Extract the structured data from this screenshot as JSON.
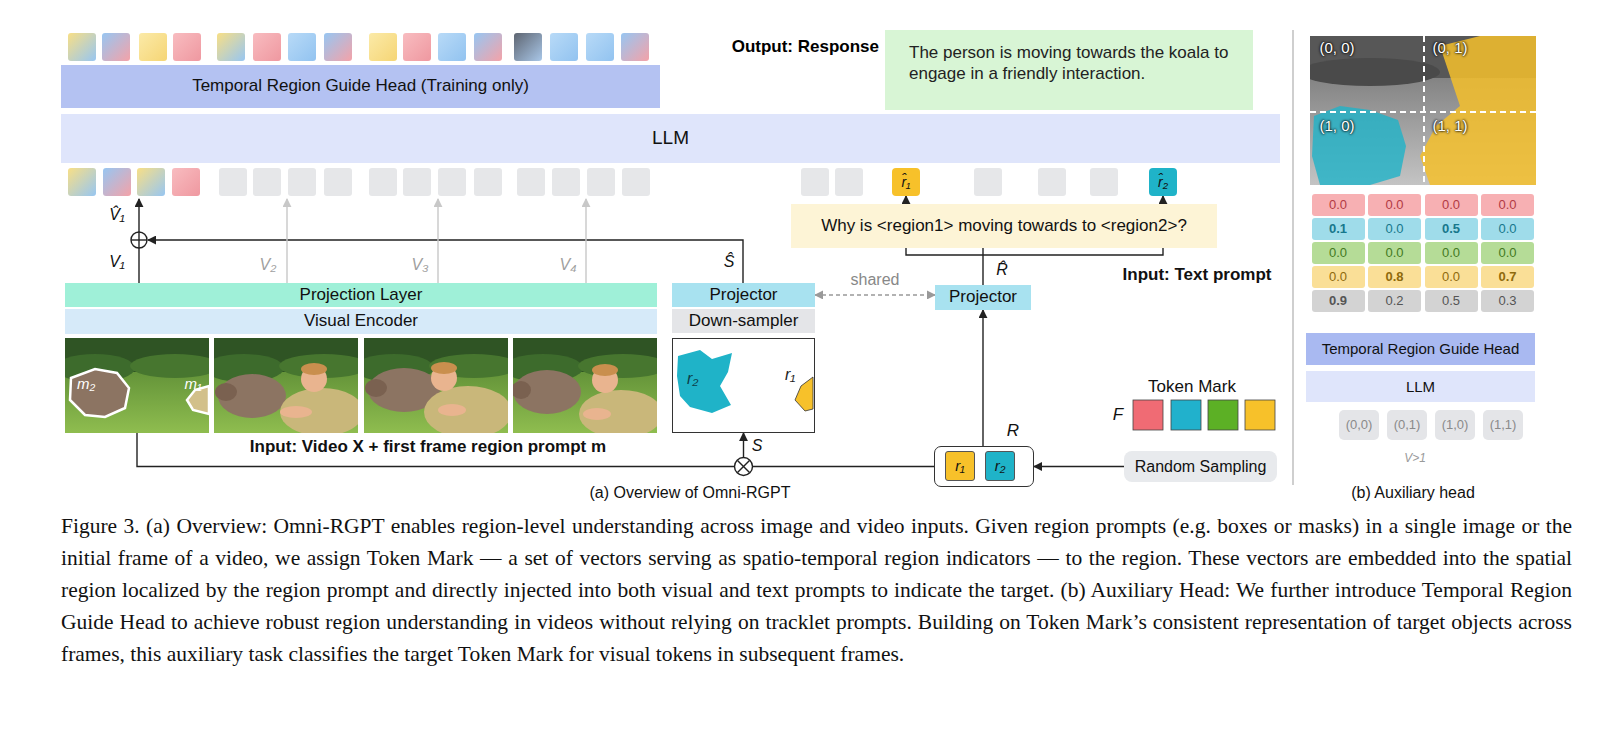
{
  "diagram": {
    "caption": "Figure 3. (a) Overview: Omni-RGPT enables region-level understanding across image and video inputs. Given region prompts (e.g. boxes or masks) in a single image or the initial frame of a video, we assign Token Mark — a set of vectors serving as spatio-temporal region indicators — to the region. These vectors are embedded into the spatial region localized by the region prompt and directly injected into both visual and text prompts to indicate the target. (b) Auxiliary Head: We further introduce Temporal Region Guide Head to achieve robust region understanding in videos without relying on tracklet prompts. Building on Token Mark’s consistent representation of target objects across frames, this auxiliary task classifies the target Token Mark for visual tokens in subsequent frames.",
    "nodes": [
      {
        "text": [
          "Temporal Region Guide Head (Training only)"
        ]
      },
      {
        "text": [
          "Output: Response",
          "The person is moving towards the koala to engage in a friendly interaction."
        ]
      },
      {
        "text": [
          "LLM"
        ]
      },
      {
        "text": [
          "Why is <region1> moving towards to <region2>?"
        ]
      },
      {
        "text": [
          "r̂₁"
        ]
      },
      {
        "text": [
          "r̂₂"
        ]
      },
      {
        "text": [
          "Projection Layer"
        ]
      },
      {
        "text": [
          "Visual Encoder"
        ]
      },
      {
        "text": [
          "Projector"
        ]
      },
      {
        "text": [
          "Down-sampler"
        ]
      },
      {
        "text": [
          "r₂",
          "r₁"
        ]
      },
      {
        "text": [
          "Projector"
        ]
      },
      {
        "text": [
          "R"
        ]
      },
      {
        "text": [
          "r₁"
        ],
        "in": 12
      },
      {
        "text": [
          "r₂"
        ],
        "in": 12
      },
      {
        "text": [
          "Random Sampling"
        ]
      },
      {
        "text": [
          "Temporal Region Guide Head"
        ]
      },
      {
        "text": [
          "LLM"
        ]
      },
      {
        "text": [
          "(0,0)"
        ]
      },
      {
        "text": [
          "(0,1)"
        ]
      },
      {
        "text": [
          "(1,0)"
        ]
      },
      {
        "text": [
          "(1,1)"
        ]
      }
    ],
    "edges": [
      {
        "from": 15,
        "to": 12,
        "arrow": "to"
      },
      {
        "from": 12,
        "to": 11,
        "arrow": "to"
      },
      {
        "from": 12,
        "to": 10,
        "arrow": "to"
      },
      {
        "from": 8,
        "to": 11,
        "label": "shared",
        "arrow": "both"
      },
      {
        "from": 11,
        "to": 3,
        "arrow": "none"
      },
      {
        "from": 3,
        "to": 4,
        "arrow": "to"
      },
      {
        "from": 3,
        "to": 5,
        "arrow": "to"
      }
    ],
    "labels": [
      "V̂₁",
      "V₁",
      "V₂",
      "V₃",
      "V₄",
      "Ŝ",
      "R̂",
      "Input: Text prompt",
      "m₂",
      "m₁",
      "Input: Video X + first frame region prompt m",
      "S",
      "Token Mark",
      "F",
      "(a) Overview of Omni-RGPT",
      "(0, 0)",
      "(0, 1)",
      "(1, 0)",
      "(1, 1)",
      "0.0",
      "0.0",
      "0.0",
      "0.0",
      "0.1",
      "0.0",
      "0.5",
      "0.0",
      "0.0",
      "0.0",
      "0.0",
      "0.0",
      "0.0",
      "0.8",
      "0.0",
      "0.7",
      "0.9",
      "0.2",
      "0.5",
      "0.3",
      "V>1",
      "(b) Auxiliary head"
    ]
  }
}
